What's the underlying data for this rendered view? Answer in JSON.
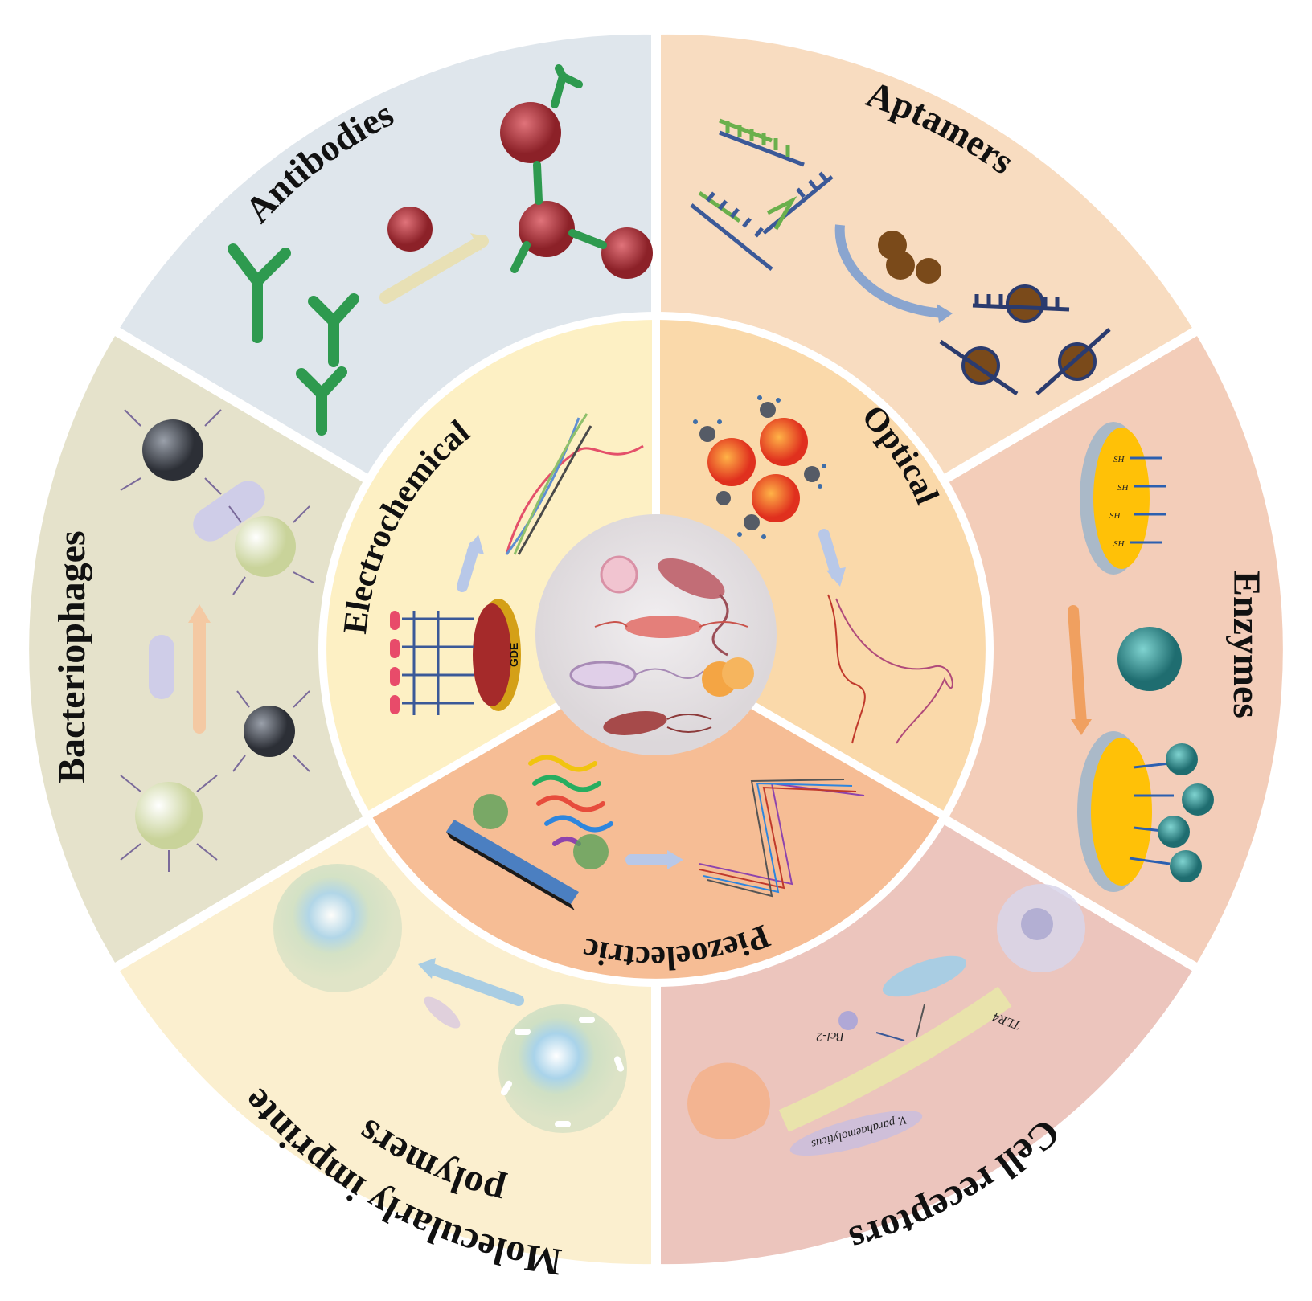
{
  "outer_segments": [
    {
      "id": "antibodies",
      "label": "Antibodies",
      "color": "#dfe6ec"
    },
    {
      "id": "aptamers",
      "label": "Aptamers",
      "color": "#f8dcc0"
    },
    {
      "id": "enzymes",
      "label": "Enzymes",
      "color": "#f3cdb9"
    },
    {
      "id": "cell-receptors",
      "label": "Cell receptors",
      "color": "#ecc5bd"
    },
    {
      "id": "mip",
      "label_line1": "Molecularly imprinted",
      "label_line2": "polymers",
      "color": "#fbefcf"
    },
    {
      "id": "bacteriophages",
      "label": "Bacteriophages",
      "color": "#e5e2cb"
    }
  ],
  "inner_segments": [
    {
      "id": "electrochemical",
      "label": "Electrochemical",
      "color": "#fdf0c4"
    },
    {
      "id": "optical",
      "label": "Optical",
      "color": "#fad9aa"
    },
    {
      "id": "piezoelectric",
      "label": "Piezoelectric",
      "color": "#f6bd95"
    }
  ],
  "annotations": {
    "electrode": "GDE",
    "thiol": "SH",
    "receptor": "TLR4",
    "protein": "Bcl-2",
    "pathogen": "V. parahaemolyticus"
  },
  "colors": {
    "antibody": "#2e9a4f",
    "virus": "#b5383c",
    "dna_blue": "#3b5998",
    "dna_green": "#6ab04c",
    "target_brown": "#7a4a1a",
    "enzyme_teal": "#2b8a8c",
    "gold": "#ffc107",
    "phage_gray": "#555b66",
    "center": "#e7e3e6"
  }
}
